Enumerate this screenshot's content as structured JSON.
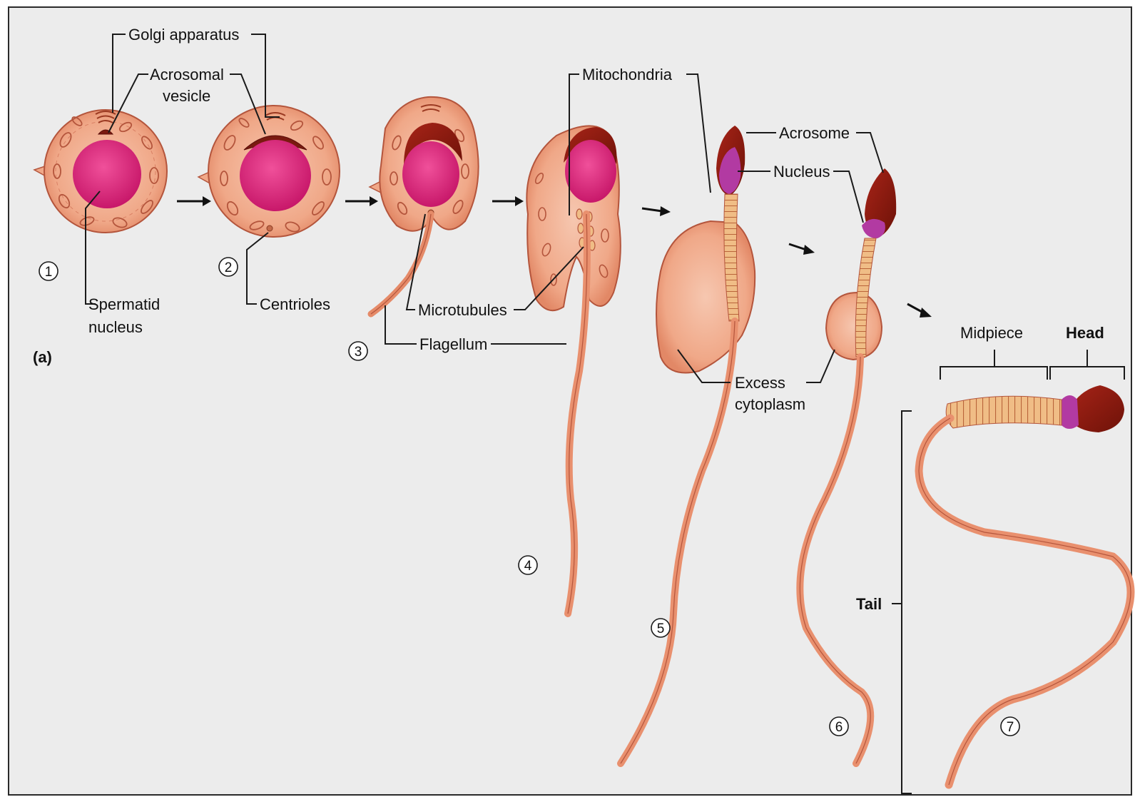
{
  "panel_label": "(a)",
  "labels": {
    "golgi_apparatus": "Golgi apparatus",
    "acrosomal_vesicle_line1": "Acrosomal",
    "acrosomal_vesicle_line2": "vesicle",
    "spermatid_nucleus_line1": "Spermatid",
    "spermatid_nucleus_line2": "nucleus",
    "centrioles": "Centrioles",
    "mitochondria": "Mitochondria",
    "microtubules": "Microtubules",
    "flagellum": "Flagellum",
    "acrosome": "Acrosome",
    "nucleus": "Nucleus",
    "excess_cytoplasm_line1": "Excess",
    "excess_cytoplasm_line2": "cytoplasm",
    "midpiece": "Midpiece",
    "head": "Head",
    "tail": "Tail"
  },
  "step_numbers": [
    "1",
    "2",
    "3",
    "4",
    "5",
    "6",
    "7"
  ],
  "colors": {
    "background": "#ececec",
    "cytoplasm": "#f2b49a",
    "cytoplasm_dark": "#e08a6a",
    "nucleus": "#d92c74",
    "acrosome": "#8b1a10",
    "nucleus_head": "#b03aa0",
    "tail": "#e9906e"
  }
}
